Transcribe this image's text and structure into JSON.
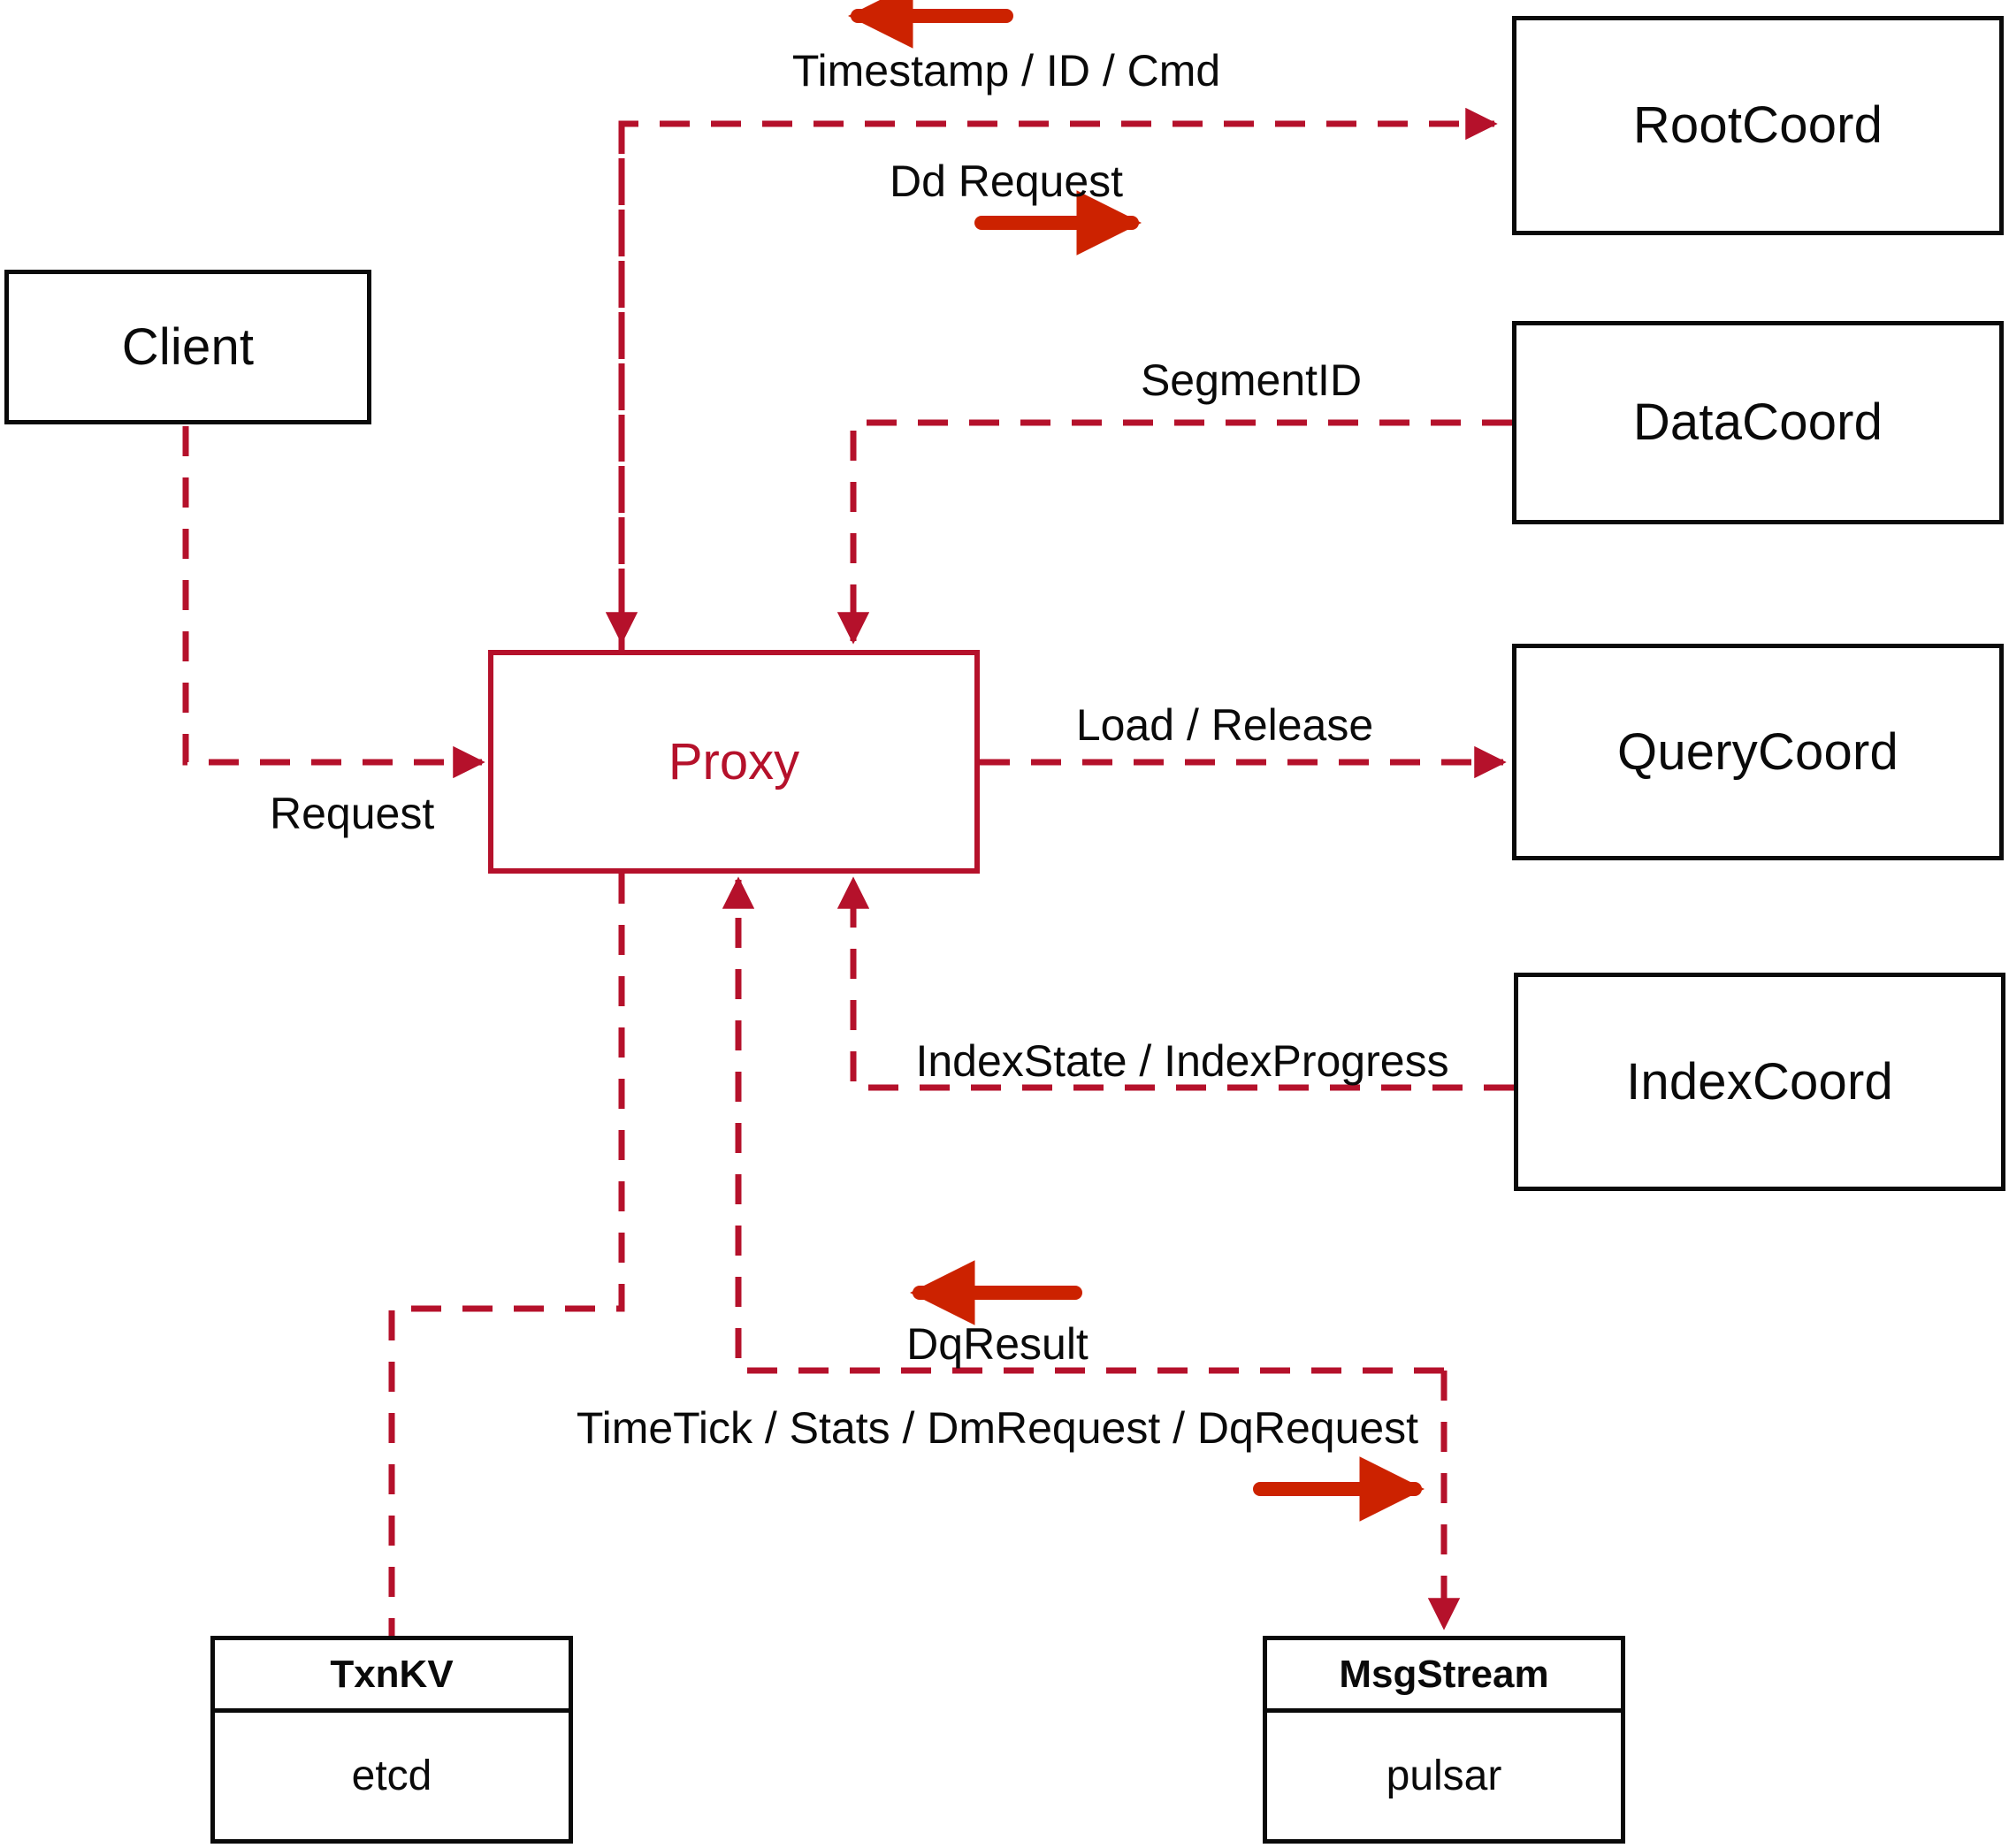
{
  "diagram": {
    "title": "Milvus Proxy Interaction Diagram",
    "colors": {
      "node_stroke": "#0a0a0a",
      "accent": "#b5112b",
      "dashed_edge": "#b5112b",
      "direction_arrow": "#cc2200",
      "background": "#ffffff"
    }
  },
  "nodes": {
    "client": {
      "label": "Client"
    },
    "proxy": {
      "label": "Proxy"
    },
    "root_coord": {
      "label": "RootCoord"
    },
    "data_coord": {
      "label": "DataCoord"
    },
    "query_coord": {
      "label": "QueryCoord"
    },
    "index_coord": {
      "label": "IndexCoord"
    },
    "txnkv": {
      "title": "TxnKV",
      "impl": "etcd"
    },
    "msgstream": {
      "title": "MsgStream",
      "impl": "pulsar"
    }
  },
  "edge_labels": {
    "timestamp_id_cmd": "Timestamp / ID / Cmd",
    "dd_request": "Dd Request",
    "segment_id": "SegmentID",
    "request": "Request",
    "load_release": "Load / Release",
    "index_state_progress": "IndexState / IndexProgress",
    "dq_result": "DqResult",
    "timetick_stats": "TimeTick / Stats / DmRequest / DqRequest"
  },
  "edges": [
    {
      "name": "rootcoord-to-proxy",
      "from": "RootCoord",
      "to": "Proxy",
      "label": "Timestamp / ID / Cmd",
      "style": "dashed"
    },
    {
      "name": "proxy-to-rootcoord",
      "from": "Proxy",
      "to": "RootCoord",
      "label": "Dd Request",
      "style": "dashed"
    },
    {
      "name": "datacoord-to-proxy",
      "from": "DataCoord",
      "to": "Proxy",
      "label": "SegmentID",
      "style": "dashed"
    },
    {
      "name": "client-to-proxy",
      "from": "Client",
      "to": "Proxy",
      "label": "Request",
      "style": "dashed"
    },
    {
      "name": "proxy-to-querycoord",
      "from": "Proxy",
      "to": "QueryCoord",
      "label": "Load / Release",
      "style": "dashed"
    },
    {
      "name": "indexcoord-to-proxy",
      "from": "IndexCoord",
      "to": "Proxy",
      "label": "IndexState / IndexProgress",
      "style": "dashed"
    },
    {
      "name": "msgstream-to-proxy",
      "from": "MsgStream",
      "to": "Proxy",
      "label": "DqResult",
      "style": "dashed"
    },
    {
      "name": "proxy-to-msgstream",
      "from": "Proxy",
      "to": "MsgStream",
      "label": "TimeTick / Stats / DmRequest / DqRequest",
      "style": "dashed"
    },
    {
      "name": "proxy-to-txnkv",
      "from": "Proxy",
      "to": "TxnKV",
      "label": "",
      "style": "dashed"
    }
  ]
}
